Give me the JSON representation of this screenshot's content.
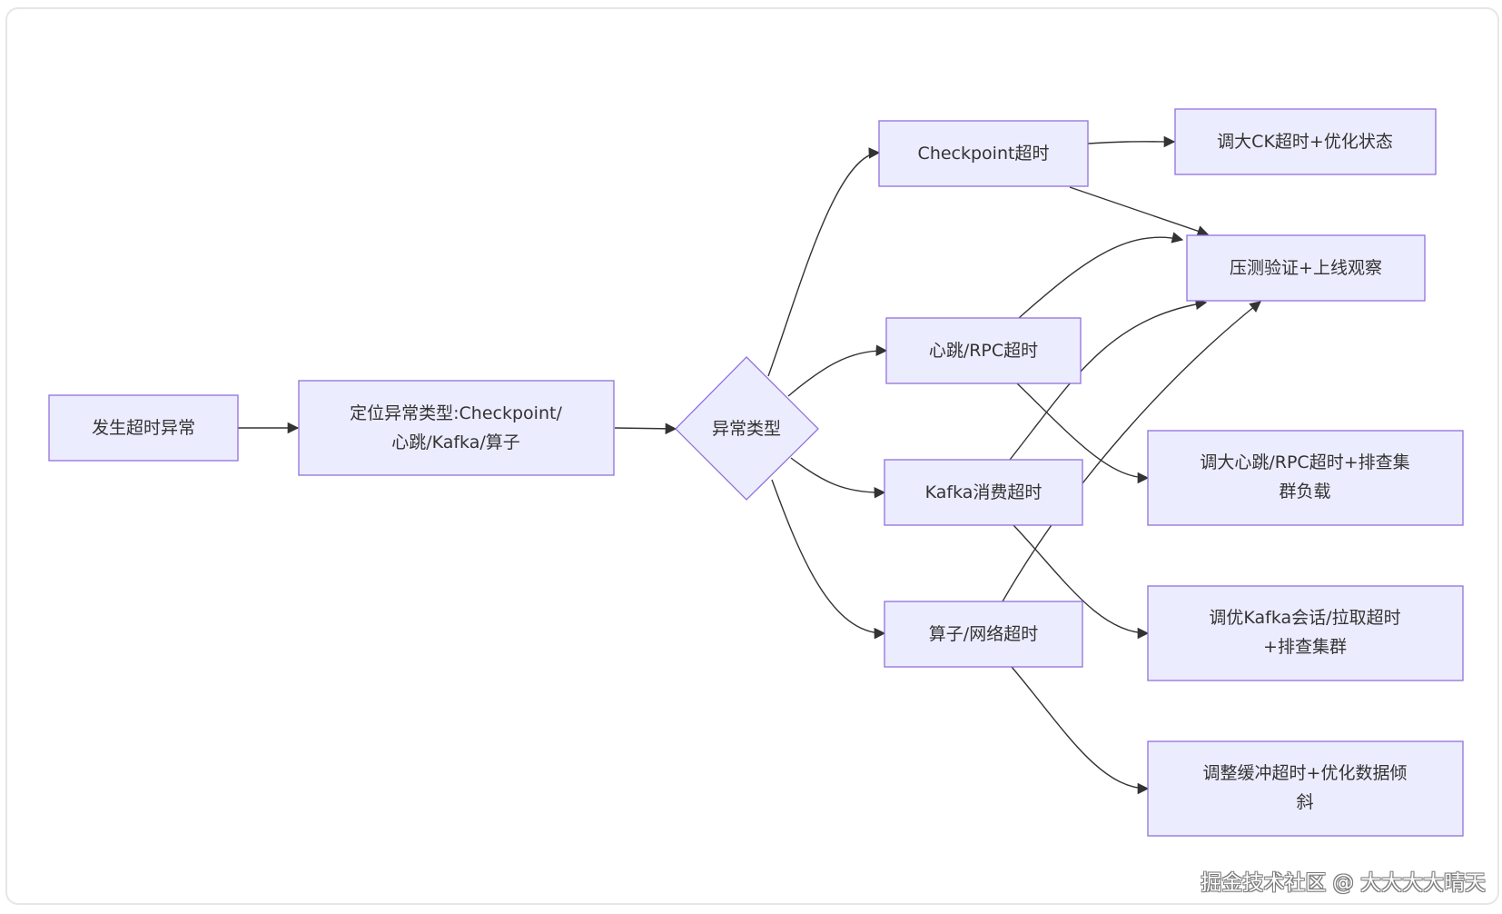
{
  "nodes": {
    "start": "发生超时异常",
    "locate_line1": "定位异常类型:Checkpoint/",
    "locate_line2": "心跳/Kafka/算子",
    "decision": "异常类型",
    "checkpoint": "Checkpoint超时",
    "heartbeat": "心跳/RPC超时",
    "kafka": "Kafka消费超时",
    "operator": "算子/网络超时",
    "fix_ck": "调大CK超时+优化状态",
    "verify": "压测验证+上线观察",
    "fix_hb_line1": "调大心跳/RPC超时+排查集",
    "fix_hb_line2": "群负载",
    "fix_kafka_line1": "调优Kafka会话/拉取超时",
    "fix_kafka_line2": "+排查集群",
    "fix_op_line1": "调整缓冲超时+优化数据倾",
    "fix_op_line2": "斜"
  },
  "edges": [
    {
      "from": "start",
      "to": "locate"
    },
    {
      "from": "locate",
      "to": "decision"
    },
    {
      "from": "decision",
      "to": "checkpoint"
    },
    {
      "from": "decision",
      "to": "heartbeat"
    },
    {
      "from": "decision",
      "to": "kafka"
    },
    {
      "from": "decision",
      "to": "operator"
    },
    {
      "from": "checkpoint",
      "to": "fix_ck"
    },
    {
      "from": "checkpoint",
      "to": "verify"
    },
    {
      "from": "heartbeat",
      "to": "verify"
    },
    {
      "from": "heartbeat",
      "to": "fix_hb"
    },
    {
      "from": "kafka",
      "to": "verify"
    },
    {
      "from": "kafka",
      "to": "fix_kafka"
    },
    {
      "from": "operator",
      "to": "verify"
    },
    {
      "from": "operator",
      "to": "fix_op"
    }
  ],
  "colors": {
    "node_fill": "#ececff",
    "node_stroke": "#9370db",
    "edge": "#333333",
    "text": "#333333"
  },
  "watermark": "掘金技术社区 @ 大大大大晴天"
}
